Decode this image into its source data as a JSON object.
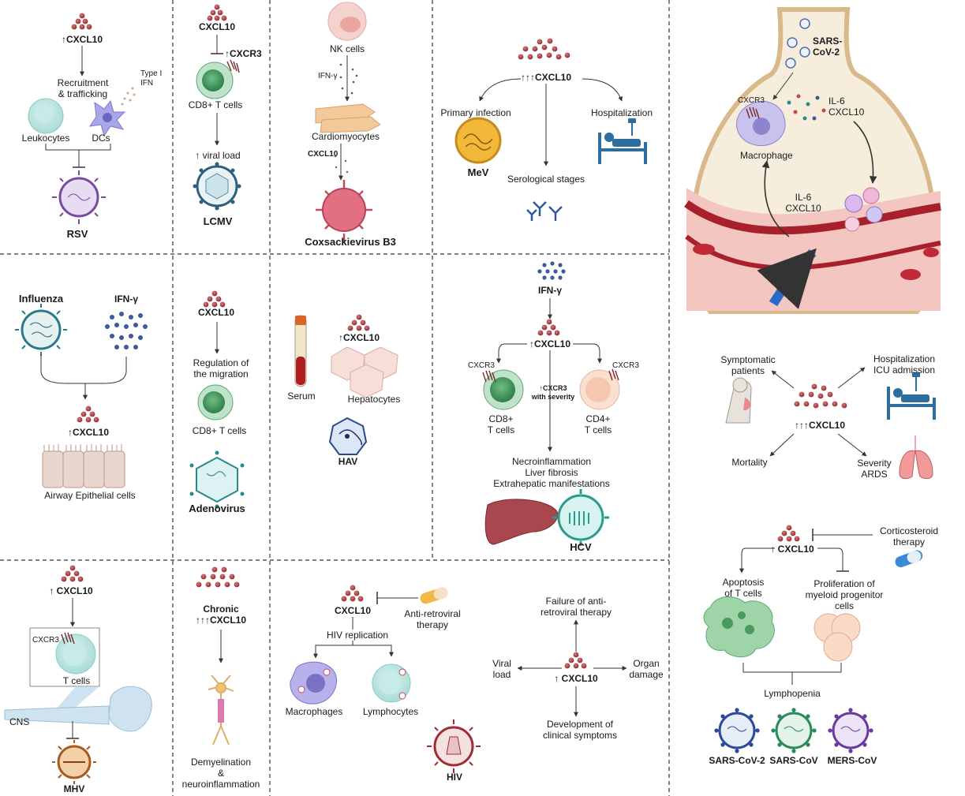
{
  "rsv": {
    "cxcl10": "↑CXCL10",
    "recruitment": "Recruitment\n& trafficking",
    "type_i_ifn": "Type I\nIFN",
    "leukocytes": "Leukocytes",
    "dcs": "DCs",
    "virus": "RSV"
  },
  "lcmv": {
    "cxcl10": "CXCL10",
    "cxcr3": "↑CXCR3",
    "cd8": "CD8+ T cells",
    "viral_load": "↑ viral load",
    "virus": "LCMV"
  },
  "coxsackie": {
    "nk": "NK cells",
    "ifn_gamma": "IFN-γ",
    "cardiomyocytes": "Cardiomyocytes",
    "cxcl10": "CXCL10",
    "virus": "Coxsackievirus B3"
  },
  "measles": {
    "cxcl10": "↑↑↑CXCL10",
    "primary": "Primary infection",
    "hospitalization": "Hospitalization",
    "serological": "Serological stages",
    "virus": "MeV"
  },
  "sarscov2_lung": {
    "virus": "SARS-\nCoV-2",
    "cxcr3": "CXCR3",
    "il6_cxcl10_top": "IL-6\nCXCL10",
    "macrophage": "Macrophage",
    "il6_cxcl10_bottom": "IL-6\nCXCL10"
  },
  "influenza": {
    "influenza": "Influenza",
    "ifn_gamma": "IFN-γ",
    "cxcl10": "↑CXCL10",
    "airway": "Airway Epithelial cells"
  },
  "adenovirus": {
    "cxcl10": "CXCL10",
    "regulation": "Regulation of\nthe migration",
    "cd8": "CD8+ T cells",
    "virus": "Adenovirus"
  },
  "hav": {
    "cxcl10": "↑CXCL10",
    "serum": "Serum",
    "hepatocytes": "Hepatocytes",
    "virus": "HAV"
  },
  "hcv": {
    "ifn_gamma": "IFN-γ",
    "cxcl10": "↑CXCL10",
    "cxcr3_left": "CXCR3",
    "cxcr3_right": "CXCR3",
    "cxcr3_severity": "↑CXCR3\nwith severity",
    "cd8": "CD8+\nT cells",
    "cd4": "CD4+\nT cells",
    "outcomes": "Necroinflammation\nLiver fibrosis\nExtrahepatic manifestations",
    "virus": "HCV"
  },
  "covid_outcomes": {
    "symptomatic": "Symptomatic\npatients",
    "hospitalization": "Hospitalization\nICU admission",
    "cxcl10": "↑↑↑CXCL10",
    "mortality": "Mortality",
    "severity": "Severity\nARDS"
  },
  "mhv": {
    "cxcl10": "↑ CXCL10",
    "cxcr3": "CXCR3",
    "t_cells": "T cells",
    "cns": "CNS",
    "virus": "MHV"
  },
  "chronic": {
    "label": "Chronic\n↑↑↑CXCL10",
    "outcome": "Demyelination\n&\nneuroinflammation"
  },
  "hiv_replication": {
    "cxcl10": "CXCL10",
    "art": "Anti-retroviral\ntherapy",
    "replication": "HIV replication",
    "macrophages": "Macrophages",
    "lymphocytes": "Lymphocytes",
    "virus": "HIV"
  },
  "hiv_outcomes": {
    "failure": "Failure of anti-\nretroviral therapy",
    "viral_load": "Viral\nload",
    "cxcl10": "↑ CXCL10",
    "organ": "Organ\ndamage",
    "symptoms": "Development of\nclinical symptoms"
  },
  "lymphopenia": {
    "cxcl10": "↑ CXCL10",
    "corticosteroid": "Corticosteroid\ntherapy",
    "apoptosis": "Apoptosis\nof T cells",
    "proliferation": "Proliferation of\nmyeloid progenitor\ncells",
    "lymphopenia": "Lymphopenia",
    "sarscov2": "SARS-CoV-2",
    "sarscov": "SARS-CoV",
    "merscov": "MERS-CoV"
  }
}
